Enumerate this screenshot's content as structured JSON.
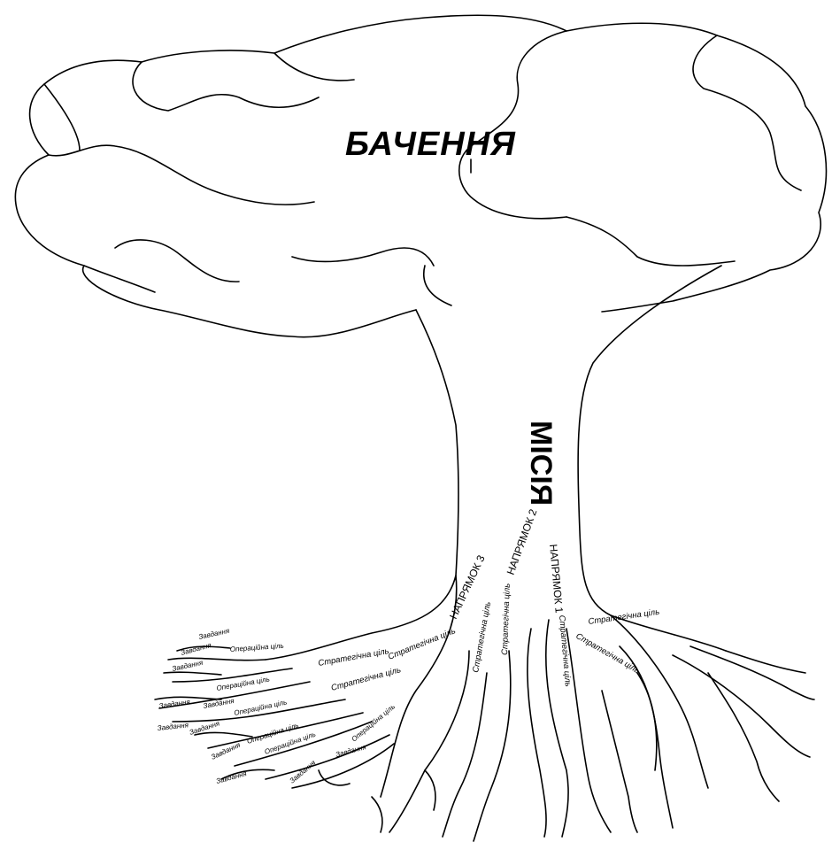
{
  "canopy": {
    "label": "БАЧЕННЯ"
  },
  "trunk": {
    "label": "МІСІЯ"
  },
  "directions": [
    {
      "label": "НАПРЯМОК 1"
    },
    {
      "label": "НАПРЯМОК 2"
    },
    {
      "label": "НАПРЯМОК 3"
    }
  ],
  "root_labels": {
    "strategic_goal": "Стратегічна ціль",
    "operational_goal": "Операційна ціль",
    "task": "Завдання"
  }
}
